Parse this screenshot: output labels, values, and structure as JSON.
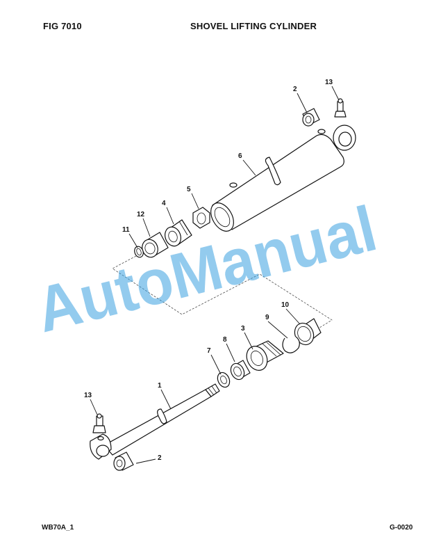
{
  "header": {
    "fig_label": "FIG   7010",
    "title": "SHOVEL LIFTING CYLINDER"
  },
  "footer": {
    "doc_code": "WB70A_1",
    "page_code": "G-0020"
  },
  "watermark": {
    "text": "AutoManual",
    "color": "#3aa0e0"
  },
  "callouts": {
    "c1": "1",
    "c2_top": "2",
    "c2_bottom": "2",
    "c3": "3",
    "c4": "4",
    "c5": "5",
    "c6": "6",
    "c7": "7",
    "c8": "8",
    "c9": "9",
    "c10": "10",
    "c11": "11",
    "c12": "12",
    "c13_top": "13",
    "c13_bottom": "13"
  }
}
